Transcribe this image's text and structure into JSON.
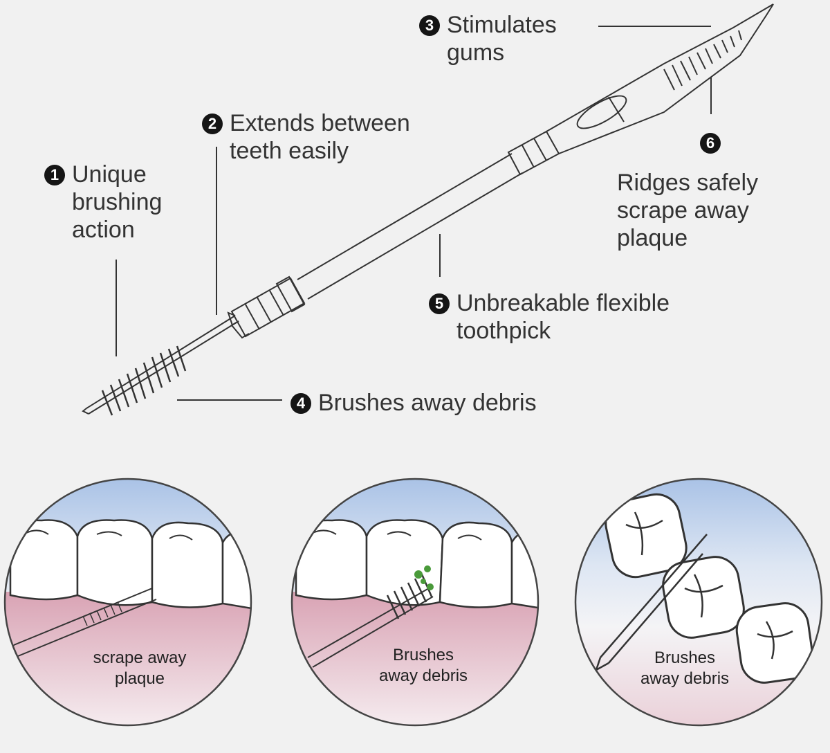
{
  "callouts": [
    {
      "number": "1",
      "text": "Unique\nbrushing\naction"
    },
    {
      "number": "2",
      "text": "Extends between\nteeth easily"
    },
    {
      "number": "3",
      "text": "Stimulates\ngums"
    },
    {
      "number": "4",
      "text": "Brushes away debris"
    },
    {
      "number": "5",
      "text": "Unbreakable flexible\ntoothpick"
    },
    {
      "number": "6",
      "text": "Ridges safely\nscrape away\nplaque"
    }
  ],
  "panels": [
    {
      "caption": "scrape away\nplaque"
    },
    {
      "caption": "Brushes\naway debris"
    },
    {
      "caption": "Brushes\naway debris"
    }
  ],
  "colors": {
    "background": "#f1f1f1",
    "line": "#333333",
    "sky_blue": "#bcd0ea",
    "gum_pink": "#e9c5cf",
    "debris_green": "#4a9a3a"
  }
}
